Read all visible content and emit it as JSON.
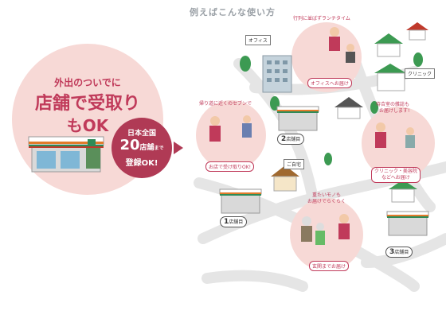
{
  "heading": "例えばこんな使い方",
  "left_bubble": {
    "line1": "外出のついでに",
    "line2": "店舗で受取り",
    "line3": "もOK"
  },
  "badge": {
    "line1": "日本全国",
    "number": "20",
    "unit_small": "店舗",
    "unit_tiny": "まで",
    "line3": "登録OK!"
  },
  "labels": {
    "office": "オフィス",
    "lunch": "行列に並ばずランチタイム",
    "office_delivery": "オフィスへお届け",
    "clinic": "クリニック",
    "waiting_room_1": "待合室の雑誌も",
    "waiting_room_2": "お届けします!",
    "clinic_delivery_1": "クリニック・美容院",
    "clinic_delivery_2": "などへお届け",
    "near_store_title": "帰り道に近くのセブンで",
    "store_pickup": "お店で受け取りOK!",
    "home": "ご自宅",
    "heavy_1": "重たいモノも",
    "heavy_2": "お届けでらくらく",
    "front_door": "玄関までお届け"
  },
  "stores": {
    "store1_num": "1",
    "store2_num": "2",
    "store3_num": "3",
    "suffix": "店舗目"
  },
  "colors": {
    "accent": "#c03a5a",
    "bubble_bg": "#f7d9d6",
    "badge_bg": "#b03a55",
    "road": "#e3e3e3"
  }
}
